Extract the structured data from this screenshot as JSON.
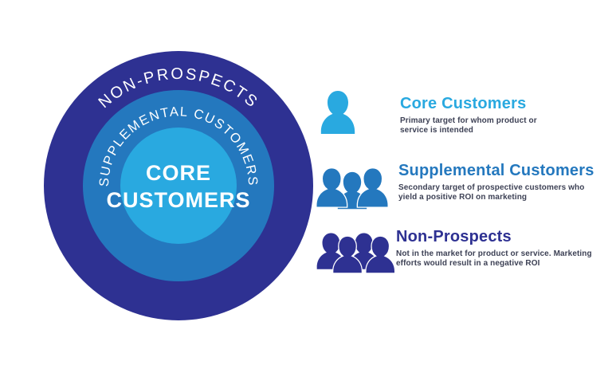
{
  "page": {
    "background_color": "#ffffff",
    "text_color": "#ffffff"
  },
  "diagram": {
    "outer_ring": {
      "label": "NON-PROSPECTS",
      "color": "#2e3192"
    },
    "middle_ring": {
      "label": "SUPPLEMENTAL CUSTOMERS",
      "color": "#2478be"
    },
    "inner_circle": {
      "label_line1": "CORE",
      "label_line2": "CUSTOMERS",
      "color": "#29a9e0"
    }
  },
  "legend": {
    "description_color": "#3d4155",
    "items": [
      {
        "title": "Core Customers",
        "color": "#29a9e0",
        "icon": "single-person-icon",
        "description_line1": "Primary target for whom product or",
        "description_line2": "service is intended"
      },
      {
        "title": "Supplemental Customers",
        "color": "#2478be",
        "icon": "three-people-icon",
        "description_line1": "Secondary target of prospective customers who",
        "description_line2": "yield a positive ROI on marketing"
      },
      {
        "title": "Non-Prospects",
        "color": "#2e3192",
        "icon": "four-people-icon",
        "description_line1": "Not in the market for product or service. Marketing",
        "description_line2": "efforts would result in a negative ROI"
      }
    ]
  }
}
